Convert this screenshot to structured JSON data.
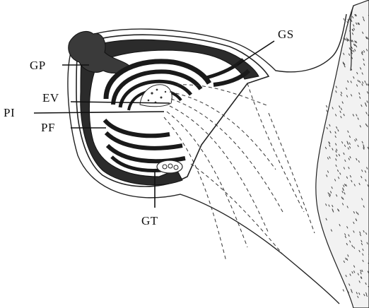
{
  "labels": {
    "gs": "GS",
    "gp": "GP",
    "ev": "EV",
    "pi": "PI",
    "pf": "PF",
    "gt": "GT"
  },
  "colors": {
    "ink": "#1a1a1a",
    "dark_fill": "#2b2b2b",
    "paper": "#ffffff"
  }
}
